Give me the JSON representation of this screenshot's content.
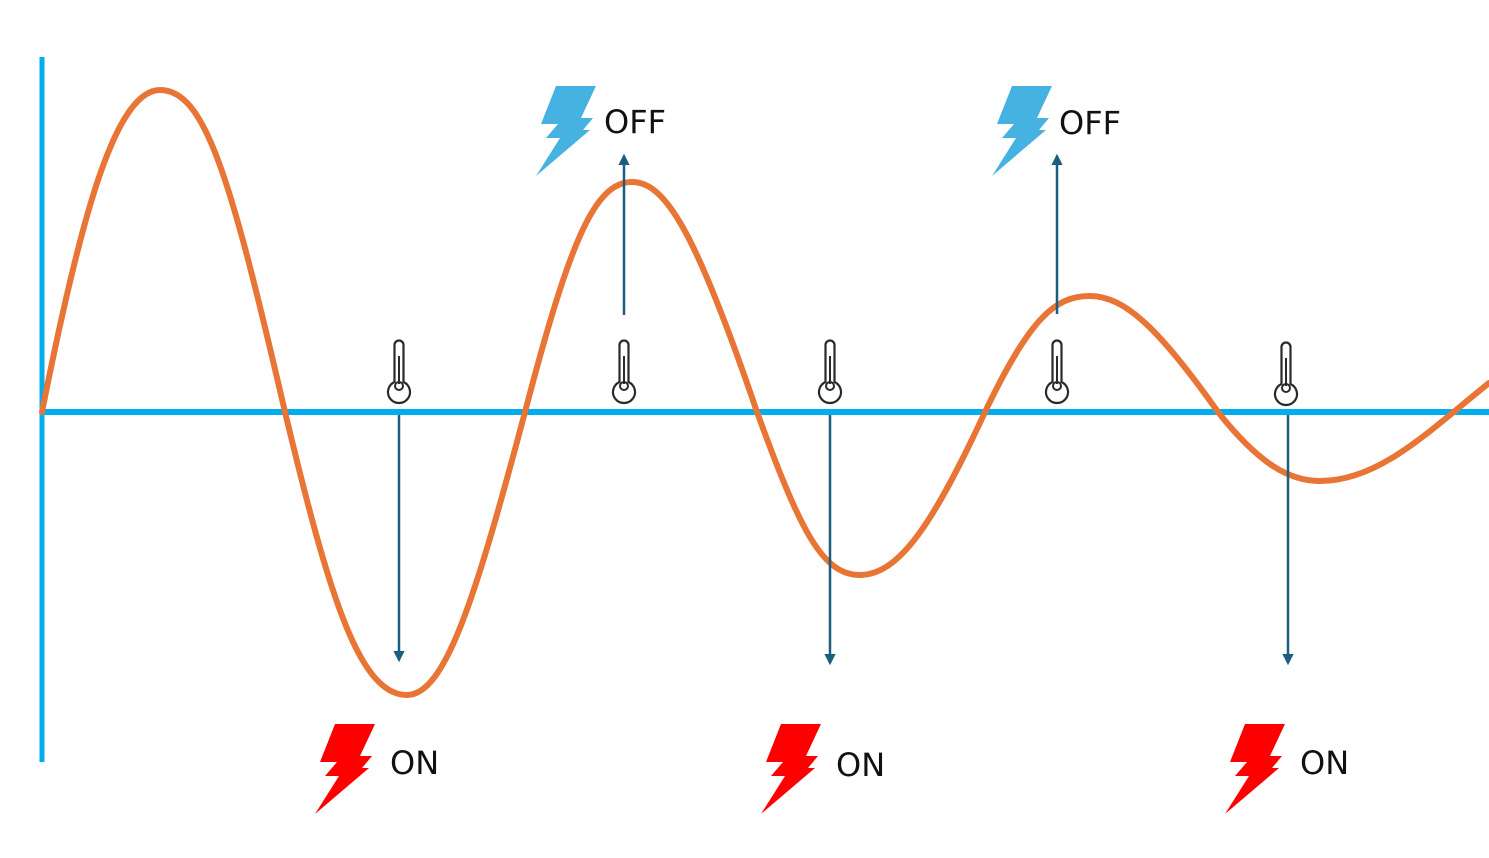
{
  "diagram": {
    "colors": {
      "axis": "#00AEEF",
      "curve": "#E87535",
      "arrow": "#1B5E80",
      "on_bolt": "#FF0000",
      "off_bolt": "#45B2E2",
      "thermometer": "#2A2A2A"
    },
    "labels": {
      "on": "ON",
      "off": "OFF"
    },
    "icons": {
      "sensor": "thermometer-icon",
      "heater_on": "lightning-bolt-red-icon",
      "heater_off": "lightning-bolt-blue-icon"
    },
    "switch_events": [
      {
        "state": "ON",
        "label": "ON"
      },
      {
        "state": "OFF",
        "label": "OFF"
      },
      {
        "state": "ON",
        "label": "ON"
      },
      {
        "state": "OFF",
        "label": "OFF"
      },
      {
        "state": "ON",
        "label": "ON"
      }
    ]
  }
}
